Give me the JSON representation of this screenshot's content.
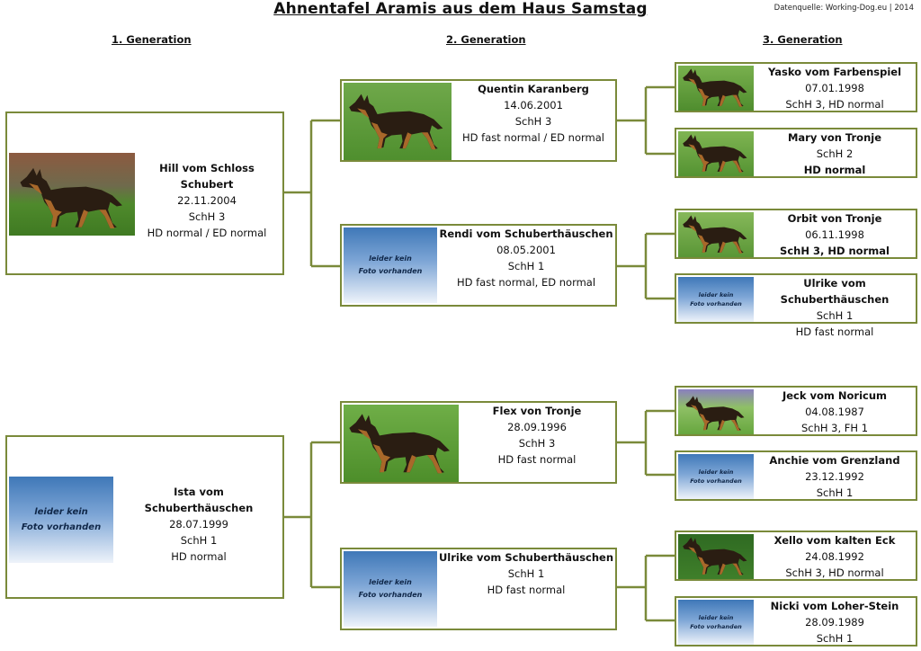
{
  "title": "Ahnentafel Aramis aus dem Haus Samstag",
  "source": "Datenquelle: Working-Dog.eu | 2014",
  "generations": [
    "1. Generation",
    "2. Generation",
    "3. Generation"
  ],
  "no_photo_line1": "leider kein",
  "no_photo_line2": "Foto vorhanden",
  "colors": {
    "border": "#7a8a3a",
    "connector": "#7a8a3a",
    "no_photo_gradient_top": "#3f78b8"
  },
  "dogs": {
    "hill": {
      "name": "Hill vom Schloss Schubert",
      "birth": "22.11.2004",
      "title": "SchH 3",
      "health": "HD normal / ED normal",
      "photo": true
    },
    "quentin": {
      "name": "Quentin Karanberg",
      "birth": "14.06.2001",
      "title": "SchH 3",
      "health": "HD fast normal / ED normal",
      "photo": true
    },
    "rendi": {
      "name": "Rendi vom Schuberthäuschen",
      "birth": "08.05.2001",
      "title": "SchH 1",
      "health": "HD fast normal, ED normal",
      "photo": false
    },
    "yasko": {
      "name": "Yasko vom Farbenspiel",
      "birth": "07.01.1998",
      "title": "SchH 3, HD normal",
      "photo": true
    },
    "mary": {
      "name": "Mary von Tronje",
      "title": "SchH 2",
      "health": "HD normal",
      "photo": true
    },
    "orbit": {
      "name": "Orbit von Tronje",
      "birth": "06.11.1998",
      "title": "SchH 3, HD normal",
      "photo": true
    },
    "ulrike1": {
      "name": "Ulrike vom Schuberthäuschen",
      "title": "SchH 1",
      "health": "HD fast normal",
      "photo": false
    },
    "ista": {
      "name": "Ista vom Schuberthäuschen",
      "birth": "28.07.1999",
      "title": "SchH 1",
      "health": "HD normal",
      "photo": false
    },
    "flex": {
      "name": "Flex von Tronje",
      "birth": "28.09.1996",
      "title": "SchH 3",
      "health": "HD fast normal",
      "photo": true
    },
    "ulrike2": {
      "name": "Ulrike vom Schuberthäuschen",
      "title": "SchH 1",
      "health": "HD fast normal",
      "photo": false
    },
    "jeck": {
      "name": "Jeck vom Noricum",
      "birth": "04.08.1987",
      "title": "SchH 3, FH 1",
      "photo": true
    },
    "anchie": {
      "name": "Anchie vom Grenzland",
      "birth": "23.12.1992",
      "title": "SchH 1",
      "photo": false
    },
    "xello": {
      "name": "Xello vom kalten Eck",
      "birth": "24.08.1992",
      "title": "SchH 3, HD normal",
      "photo": true
    },
    "nicki": {
      "name": "Nicki vom Loher-Stein",
      "birth": "28.09.1989",
      "title": "SchH 1",
      "photo": false
    }
  }
}
